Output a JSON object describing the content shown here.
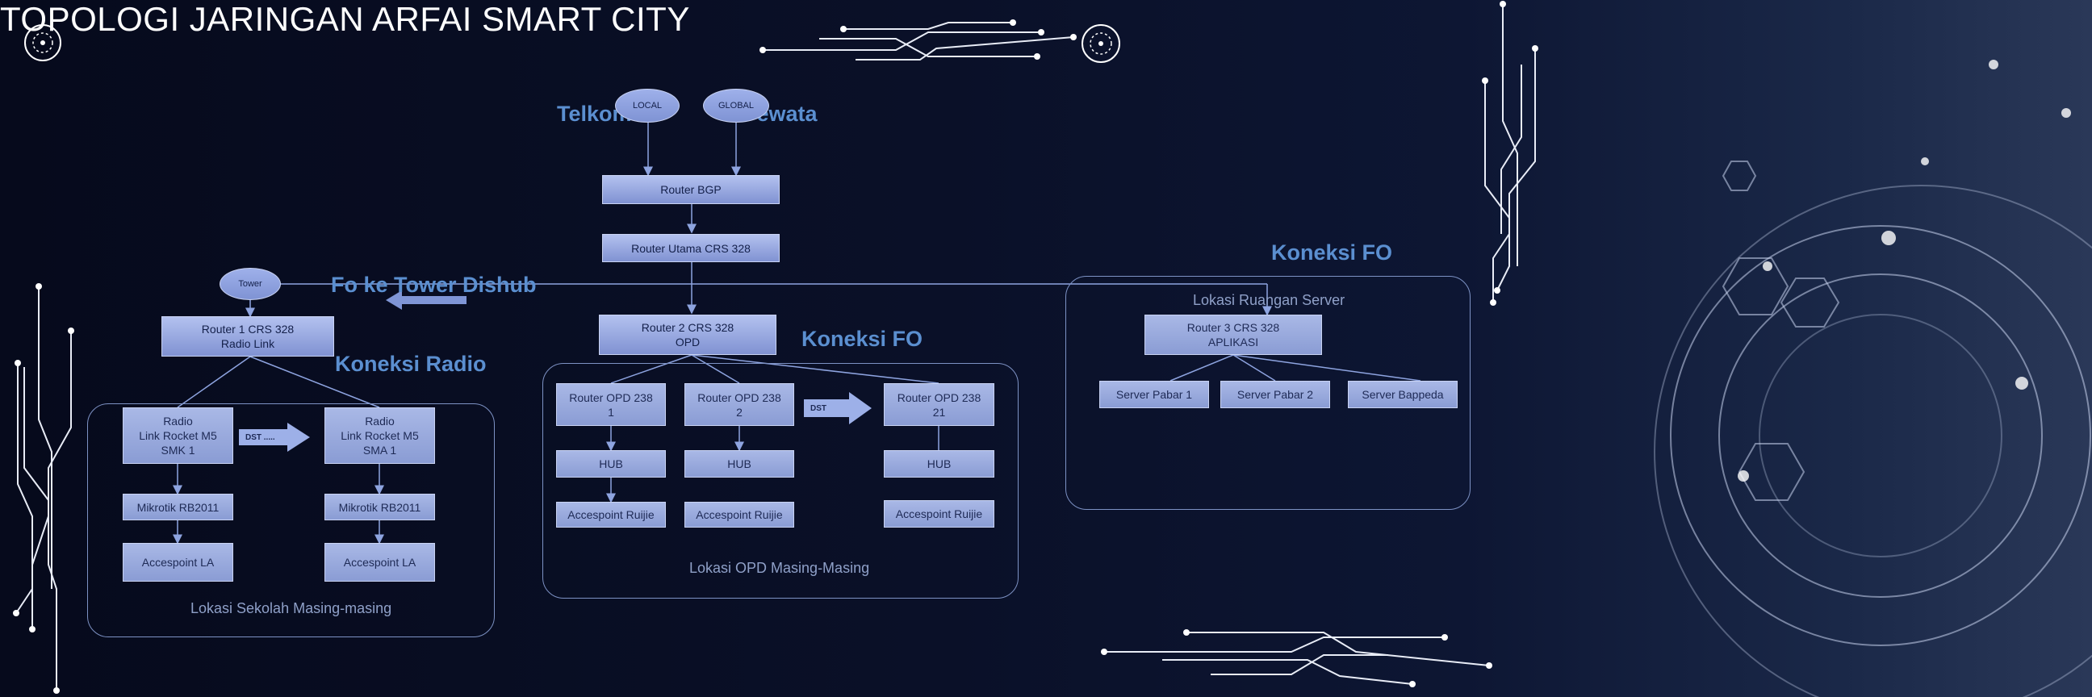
{
  "title": "TOPOLOGI JARINGAN ARFAI SMART CITY",
  "labels": {
    "telkom": "Telkom",
    "dewata": "Dewata",
    "fo_tower": "Fo ke Tower Dishub",
    "koneksi_radio": "Koneksi Radio",
    "koneksi_fo_mid": "Koneksi FO",
    "koneksi_fo_right": "Koneksi FO"
  },
  "nodes": {
    "local": "LOCAL",
    "global": "GLOBAL",
    "tower": "Tower",
    "router_bgp": "Router BGP",
    "router_utama": "Router Utama CRS 328",
    "router1": "Router 1 CRS 328\nRadio Link",
    "router2": "Router 2 CRS 328\nOPD",
    "router3": "Router 3 CRS 328\nAPLIKASI",
    "radio_smk": "Radio\nLink Rocket M5\nSMK 1",
    "radio_sma": "Radio\nLink Rocket M5\nSMA 1",
    "dst_radio": "DST .....",
    "mikrotik1": "Mikrotik RB2011",
    "mikrotik2": "Mikrotik RB2011",
    "ap_la1": "Accespoint LA",
    "ap_la2": "Accespoint LA",
    "opd1": "Router OPD 238\n1",
    "opd2": "Router OPD 238\n2",
    "opd21": "Router OPD 238\n21",
    "dst_opd": "DST",
    "hub1": "HUB",
    "hub2": "HUB",
    "hub3": "HUB",
    "ruijie1": "Accespoint Ruijie",
    "ruijie2": "Accespoint Ruijie",
    "ruijie3": "Accespoint Ruijie",
    "server1": "Server Pabar 1",
    "server2": "Server Pabar 2",
    "server3": "Server Bappeda"
  },
  "regions": {
    "sekolah": "Lokasi Sekolah Masing-masing",
    "opd": "Lokasi OPD Masing-Masing",
    "server": "Lokasi Ruangan Server"
  },
  "colors": {
    "accent_label": "#5b8fd0",
    "node_fill": "#98a9e0",
    "region_border": "#7d92c4"
  }
}
